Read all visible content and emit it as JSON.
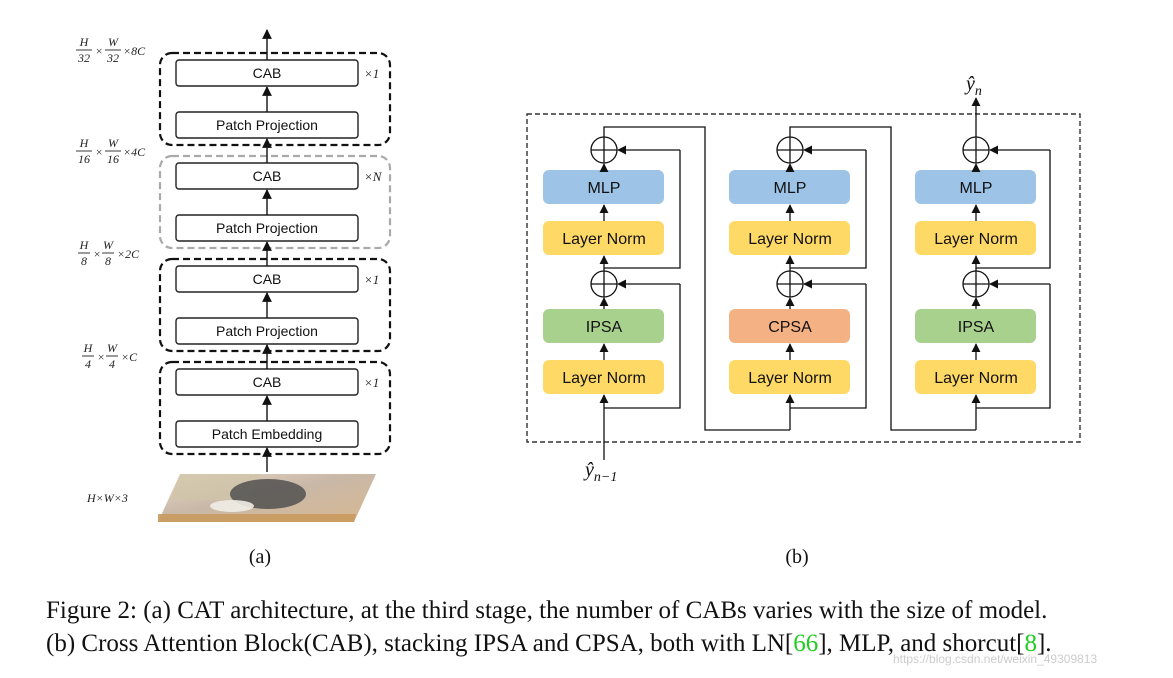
{
  "panel_a": {
    "stages": [
      {
        "block": "CAB",
        "projection": "Patch Embedding",
        "repeat": "×1",
        "dim_h": "H",
        "dim_h_den": "4",
        "dim_w": "W",
        "dim_w_den": "4",
        "dim_c": "×C"
      },
      {
        "block": "CAB",
        "projection": "Patch Projection",
        "repeat": "×1",
        "dim_h": "H",
        "dim_h_den": "8",
        "dim_w": "W",
        "dim_w_den": "8",
        "dim_c": "×2C"
      },
      {
        "block": "CAB",
        "projection": "Patch Projection",
        "repeat": "×N",
        "dim_h": "H",
        "dim_h_den": "16",
        "dim_w": "W",
        "dim_w_den": "16",
        "dim_c": "×4C"
      },
      {
        "block": "CAB",
        "projection": "Patch Projection",
        "repeat": "×1",
        "dim_h": "H",
        "dim_h_den": "32",
        "dim_w": "W",
        "dim_w_den": "32",
        "dim_c": "×8C"
      }
    ],
    "input_label": "H×W×3",
    "times": "×",
    "label": "(a)"
  },
  "panel_b": {
    "columns": [
      {
        "attention": "IPSA",
        "norm": "Layer Norm",
        "mlp": "MLP",
        "attention_color": "#a9d18e"
      },
      {
        "attention": "CPSA",
        "norm": "Layer Norm",
        "mlp": "MLP",
        "attention_color": "#f4b183"
      },
      {
        "attention": "IPSA",
        "norm": "Layer Norm",
        "mlp": "MLP",
        "attention_color": "#a9d18e"
      }
    ],
    "input_symbol": "ŷ",
    "input_sub": "n−1",
    "output_symbol": "ŷ",
    "output_sub": "n",
    "label": "(b)",
    "colors": {
      "norm": "#ffd966",
      "mlp": "#9dc3e6"
    }
  },
  "caption": {
    "line1": "Figure 2: (a) CAT architecture, at the third stage, the number of CABs varies with the size of model.",
    "line2_part1": "(b) Cross Attention Block(CAB), stacking IPSA and CPSA, both with LN[",
    "ref1": "66",
    "line2_part2": "], MLP, and shorcut[",
    "ref2": "8",
    "line2_part3": "]."
  },
  "watermark": "https://blog.csdn.net/weixin_49309813"
}
